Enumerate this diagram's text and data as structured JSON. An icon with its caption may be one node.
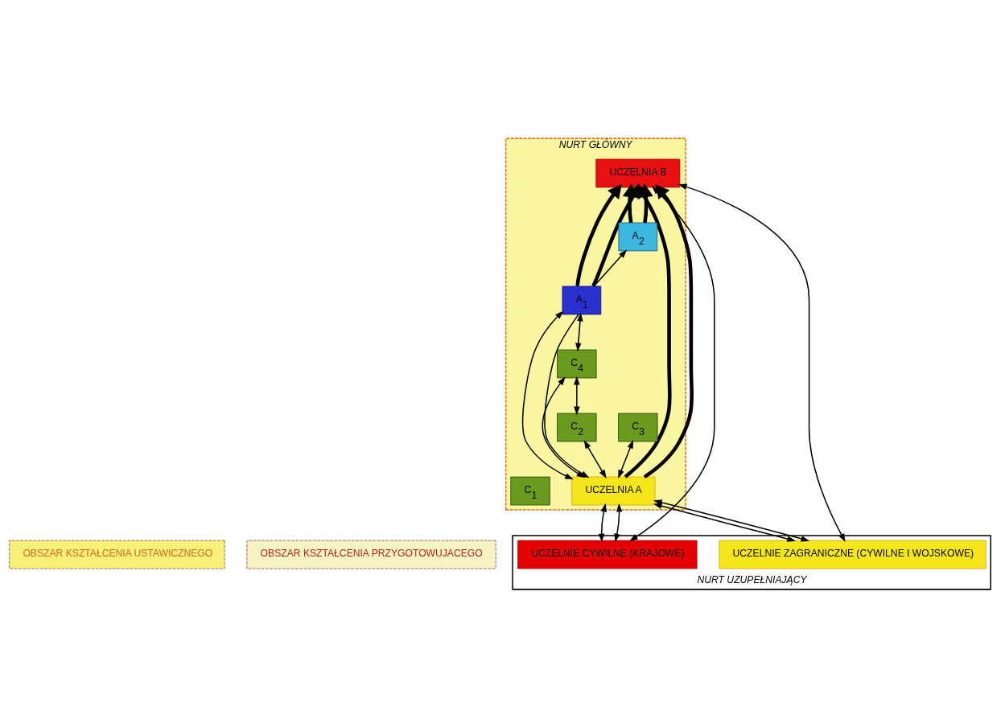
{
  "diagram": {
    "nodes": [
      {
        "text": [
          "OBSZAR KSZTAŁCENIA USTAWICZNEGO"
        ]
      },
      {
        "text": [
          "OBSZAR KSZTAŁCENIA PRZYGOTOWUJACEGO"
        ]
      },
      {
        "text": [
          "NURT UZUPEŁNIAJĄCY"
        ]
      },
      {
        "text": [
          "UCZELNIE ZAGRANICZNE (CYWILNE I WOJSKOWE)"
        ],
        "in": 2
      },
      {
        "text": [
          "UCZELNIE CYWILNE (KRAJOWE)"
        ],
        "in": 2
      },
      {
        "text": [
          "NURT GŁÓWNY"
        ]
      },
      {
        "text": [
          "UCZELNIA B"
        ],
        "in": 5
      },
      {
        "text": [
          "UCZELNIA A"
        ],
        "in": 5
      },
      {
        "text": [
          "C$_{1}$"
        ],
        "in": 5
      },
      {
        "text": [
          "C$_{2}$"
        ],
        "in": 5
      },
      {
        "text": [
          "C$_{3}$"
        ],
        "in": 5
      },
      {
        "text": [
          "C$_{4}$"
        ],
        "in": 5
      },
      {
        "text": [
          "A$_{1}$"
        ],
        "in": 5
      },
      {
        "text": [
          "A$_{2}$"
        ],
        "in": 5
      }
    ],
    "edges": [
      {
        "from": 4,
        "to": 6,
        "arrow": "both"
      },
      {
        "from": 3,
        "to": 6,
        "arrow": "both"
      },
      {
        "from": 4,
        "to": 7,
        "arrow": "both"
      },
      {
        "from": 3,
        "to": 7,
        "arrow": "both"
      },
      {
        "from": 4,
        "to": 7,
        "arrow": "both"
      },
      {
        "from": 3,
        "to": 7,
        "arrow": "both"
      },
      {
        "from": 7,
        "to": 6,
        "arrow": "to",
        "style": "thick"
      },
      {
        "from": 7,
        "to": 6,
        "arrow": "to",
        "style": "thick"
      },
      {
        "from": 12,
        "to": 6,
        "arrow": "to",
        "style": "thick"
      },
      {
        "from": 12,
        "to": 6,
        "arrow": "to",
        "style": "thick"
      },
      {
        "from": 13,
        "to": 6,
        "arrow": "to",
        "style": "thick"
      },
      {
        "from": 13,
        "to": 6,
        "arrow": "to",
        "style": "thick"
      },
      {
        "from": 7,
        "to": 10,
        "arrow": "both"
      },
      {
        "from": 7,
        "to": 9,
        "arrow": "both"
      },
      {
        "from": 9,
        "to": 11,
        "arrow": "both"
      },
      {
        "from": 11,
        "to": 12,
        "arrow": "both"
      },
      {
        "from": 7,
        "to": 11,
        "arrow": "both"
      },
      {
        "from": 7,
        "to": 12,
        "arrow": "both"
      },
      {
        "from": 12,
        "to": 7,
        "arrow": "to"
      },
      {
        "from": 12,
        "to": 13,
        "arrow": "to"
      }
    ]
  }
}
